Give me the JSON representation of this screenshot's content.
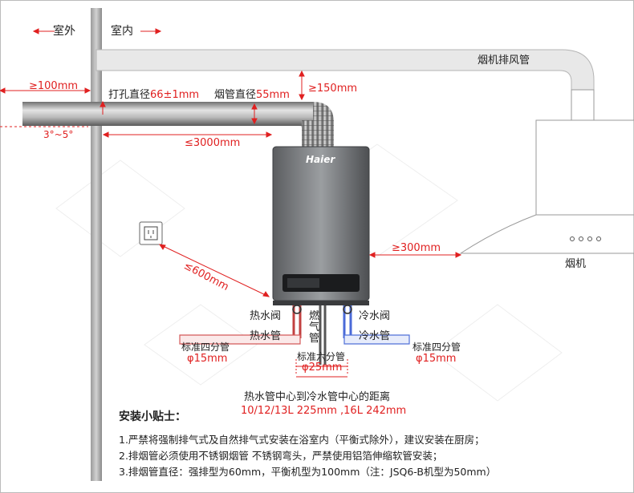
{
  "labels": {
    "outdoor": "室外",
    "indoor": "室内",
    "hood_duct": "烟机排风管",
    "dim_100": "≥100mm",
    "hole_prefix": "打孔直径",
    "hole_value": "66±1mm",
    "flue_prefix": "烟管直径",
    "flue_value": "55mm",
    "dim_150": "≥150mm",
    "slope": "3°~5°",
    "dim_3000": "≤3000mm",
    "brand": "Haier",
    "dim_600": "≤600mm",
    "dim_300": "≥300mm",
    "range_hood": "烟机",
    "hot_valve": "热水阀",
    "gas_pipe": "燃气管",
    "cold_valve": "冷水阀",
    "hot_pipe": "热水管",
    "cold_pipe": "冷水管",
    "std_pipe_4": "标准四分管",
    "std_pipe_6": "标准六分管",
    "phi15": "φ15mm",
    "phi25": "φ25mm",
    "center_distance": "热水管中心到冷水管中心的距离",
    "center_distance_values": "10/12/13L 225mm ,16L 242mm"
  },
  "tips": {
    "title": "安装小贴士：",
    "items": [
      "1.严禁将强制排气式及自然排气式安装在浴室内（平衡式除外），建议安装在厨房；",
      "2.排烟管必须使用不锈钢烟管 不锈钢弯头，严禁使用铝箔伸缩软管安装；",
      "3.排烟管直径：强排型为60mm，平衡机型为100mm（注：JSQ6-B机型为50mm）"
    ]
  },
  "colors": {
    "dimension": "#e02020",
    "hot": "#d45a5a",
    "cold": "#5070d8"
  }
}
